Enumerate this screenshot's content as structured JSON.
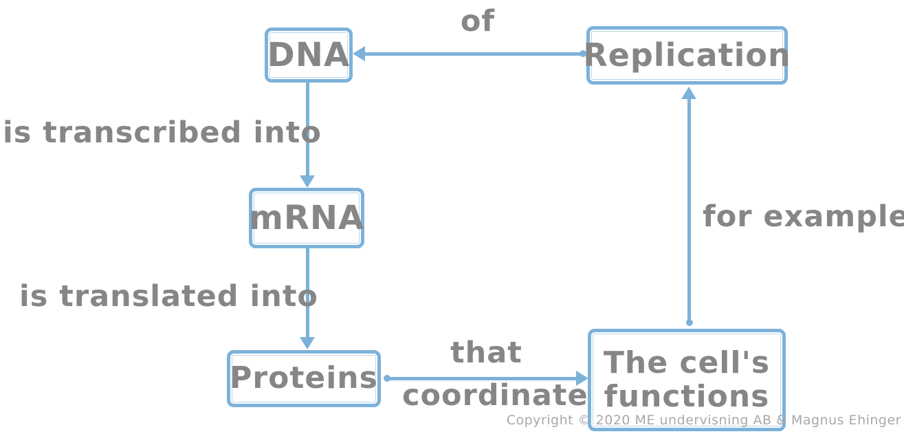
{
  "diagram": {
    "title_implied": "Central dogma concept map",
    "nodes": {
      "dna": {
        "label": "DNA"
      },
      "replication": {
        "label": "Replication"
      },
      "mrna": {
        "label": "mRNA"
      },
      "proteins": {
        "label": "Proteins"
      },
      "cell_functions": {
        "line1": "The cell's",
        "line2": "functions"
      }
    },
    "edge_labels": {
      "of": "of",
      "transcribed": "is transcribed into",
      "translated": "is translated into",
      "that": "that",
      "coordinate": "coordinate",
      "for_example": "for example"
    },
    "edges": [
      {
        "from": "replication",
        "to": "dna",
        "label": "of"
      },
      {
        "from": "dna",
        "to": "mrna",
        "label": "is transcribed into"
      },
      {
        "from": "mrna",
        "to": "proteins",
        "label": "is translated into"
      },
      {
        "from": "proteins",
        "to": "cell_functions",
        "label": "that coordinate"
      },
      {
        "from": "cell_functions",
        "to": "replication",
        "label": "for example"
      }
    ],
    "colors": {
      "box_border": "#7cb2da",
      "arrow": "#7cb2da",
      "text": "#868686",
      "copyright_text": "#a9a9a9",
      "background": "#ffffff"
    }
  },
  "footer": {
    "copyright": "Copyright © 2020 ME undervisning AB & Magnus Ehinger"
  }
}
